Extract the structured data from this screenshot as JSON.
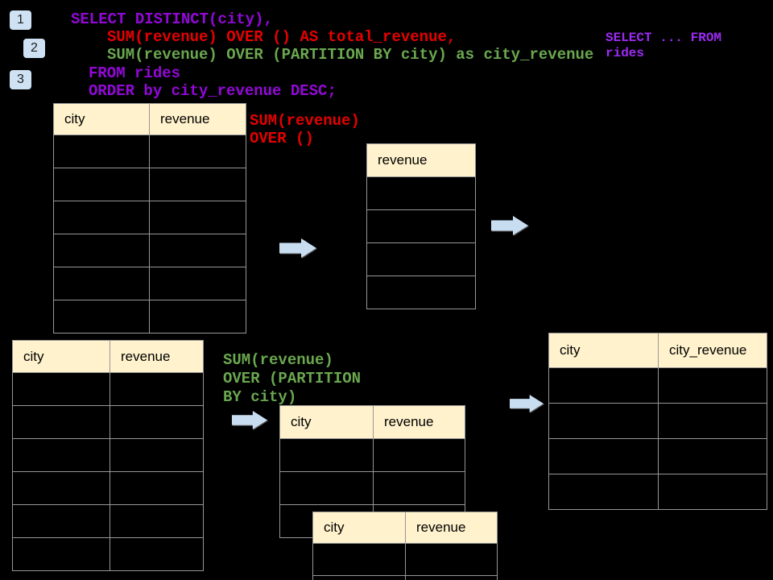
{
  "steps": [
    {
      "label": "1"
    },
    {
      "label": "2"
    },
    {
      "label": "3"
    }
  ],
  "sql": {
    "line1": "SELECT DISTINCT(city),",
    "line2": "SUM(revenue) OVER () AS total_revenue,",
    "line3": "SUM(revenue) OVER (PARTITION BY city) as city_revenue",
    "line4": "FROM rides",
    "line5": "ORDER by city_revenue DESC;"
  },
  "note_top_right": {
    "line1": "SELECT ... FROM",
    "line2": "rides"
  },
  "annotation_total": {
    "line1": "SUM(revenue)",
    "line2": "OVER ()"
  },
  "annotation_partition": {
    "line1": "SUM(revenue)",
    "line2": "OVER (PARTITION",
    "line3": "BY city)"
  },
  "tables": {
    "source": {
      "headers": [
        "city",
        "revenue"
      ],
      "empty_rows": 6
    },
    "total_revenue": {
      "headers": [
        "revenue"
      ],
      "empty_rows": 4
    },
    "source2": {
      "headers": [
        "city",
        "revenue"
      ],
      "empty_rows": 6
    },
    "partition_front": {
      "headers": [
        "city",
        "revenue"
      ],
      "empty_rows": 3
    },
    "partition_back": {
      "headers": [
        "city",
        "revenue"
      ],
      "empty_rows": 2
    },
    "result": {
      "headers": [
        "city",
        "city_revenue"
      ],
      "empty_rows": 4
    }
  },
  "colors": {
    "background": "#000000",
    "keyword_purple": "#9308d8",
    "total_red": "#e60000",
    "partition_green": "#6aa84f",
    "note_purple": "#9d2bf5",
    "table_header_fill": "#fff2cc",
    "table_border": "#979797",
    "arrow_fill": "#c9ddf1",
    "badge_fill": "#cfe2f3"
  }
}
